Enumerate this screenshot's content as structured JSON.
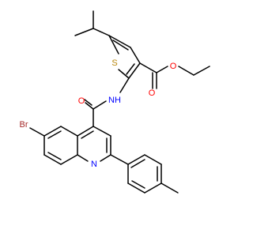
{
  "molecule": {
    "atoms": {
      "sulfur": "S",
      "nitrogen_amide": "NH",
      "oxygen_amide": "O",
      "oxygen_carbonyl_ester": "O",
      "oxygen_ester": "O",
      "bromine": "Br",
      "nitrogen_quinoline": "N"
    }
  },
  "colors": {
    "bond": "#000000",
    "S": "#b8860b",
    "N": "#0000ff",
    "O": "#ff0000",
    "Br": "#a52a2a"
  }
}
